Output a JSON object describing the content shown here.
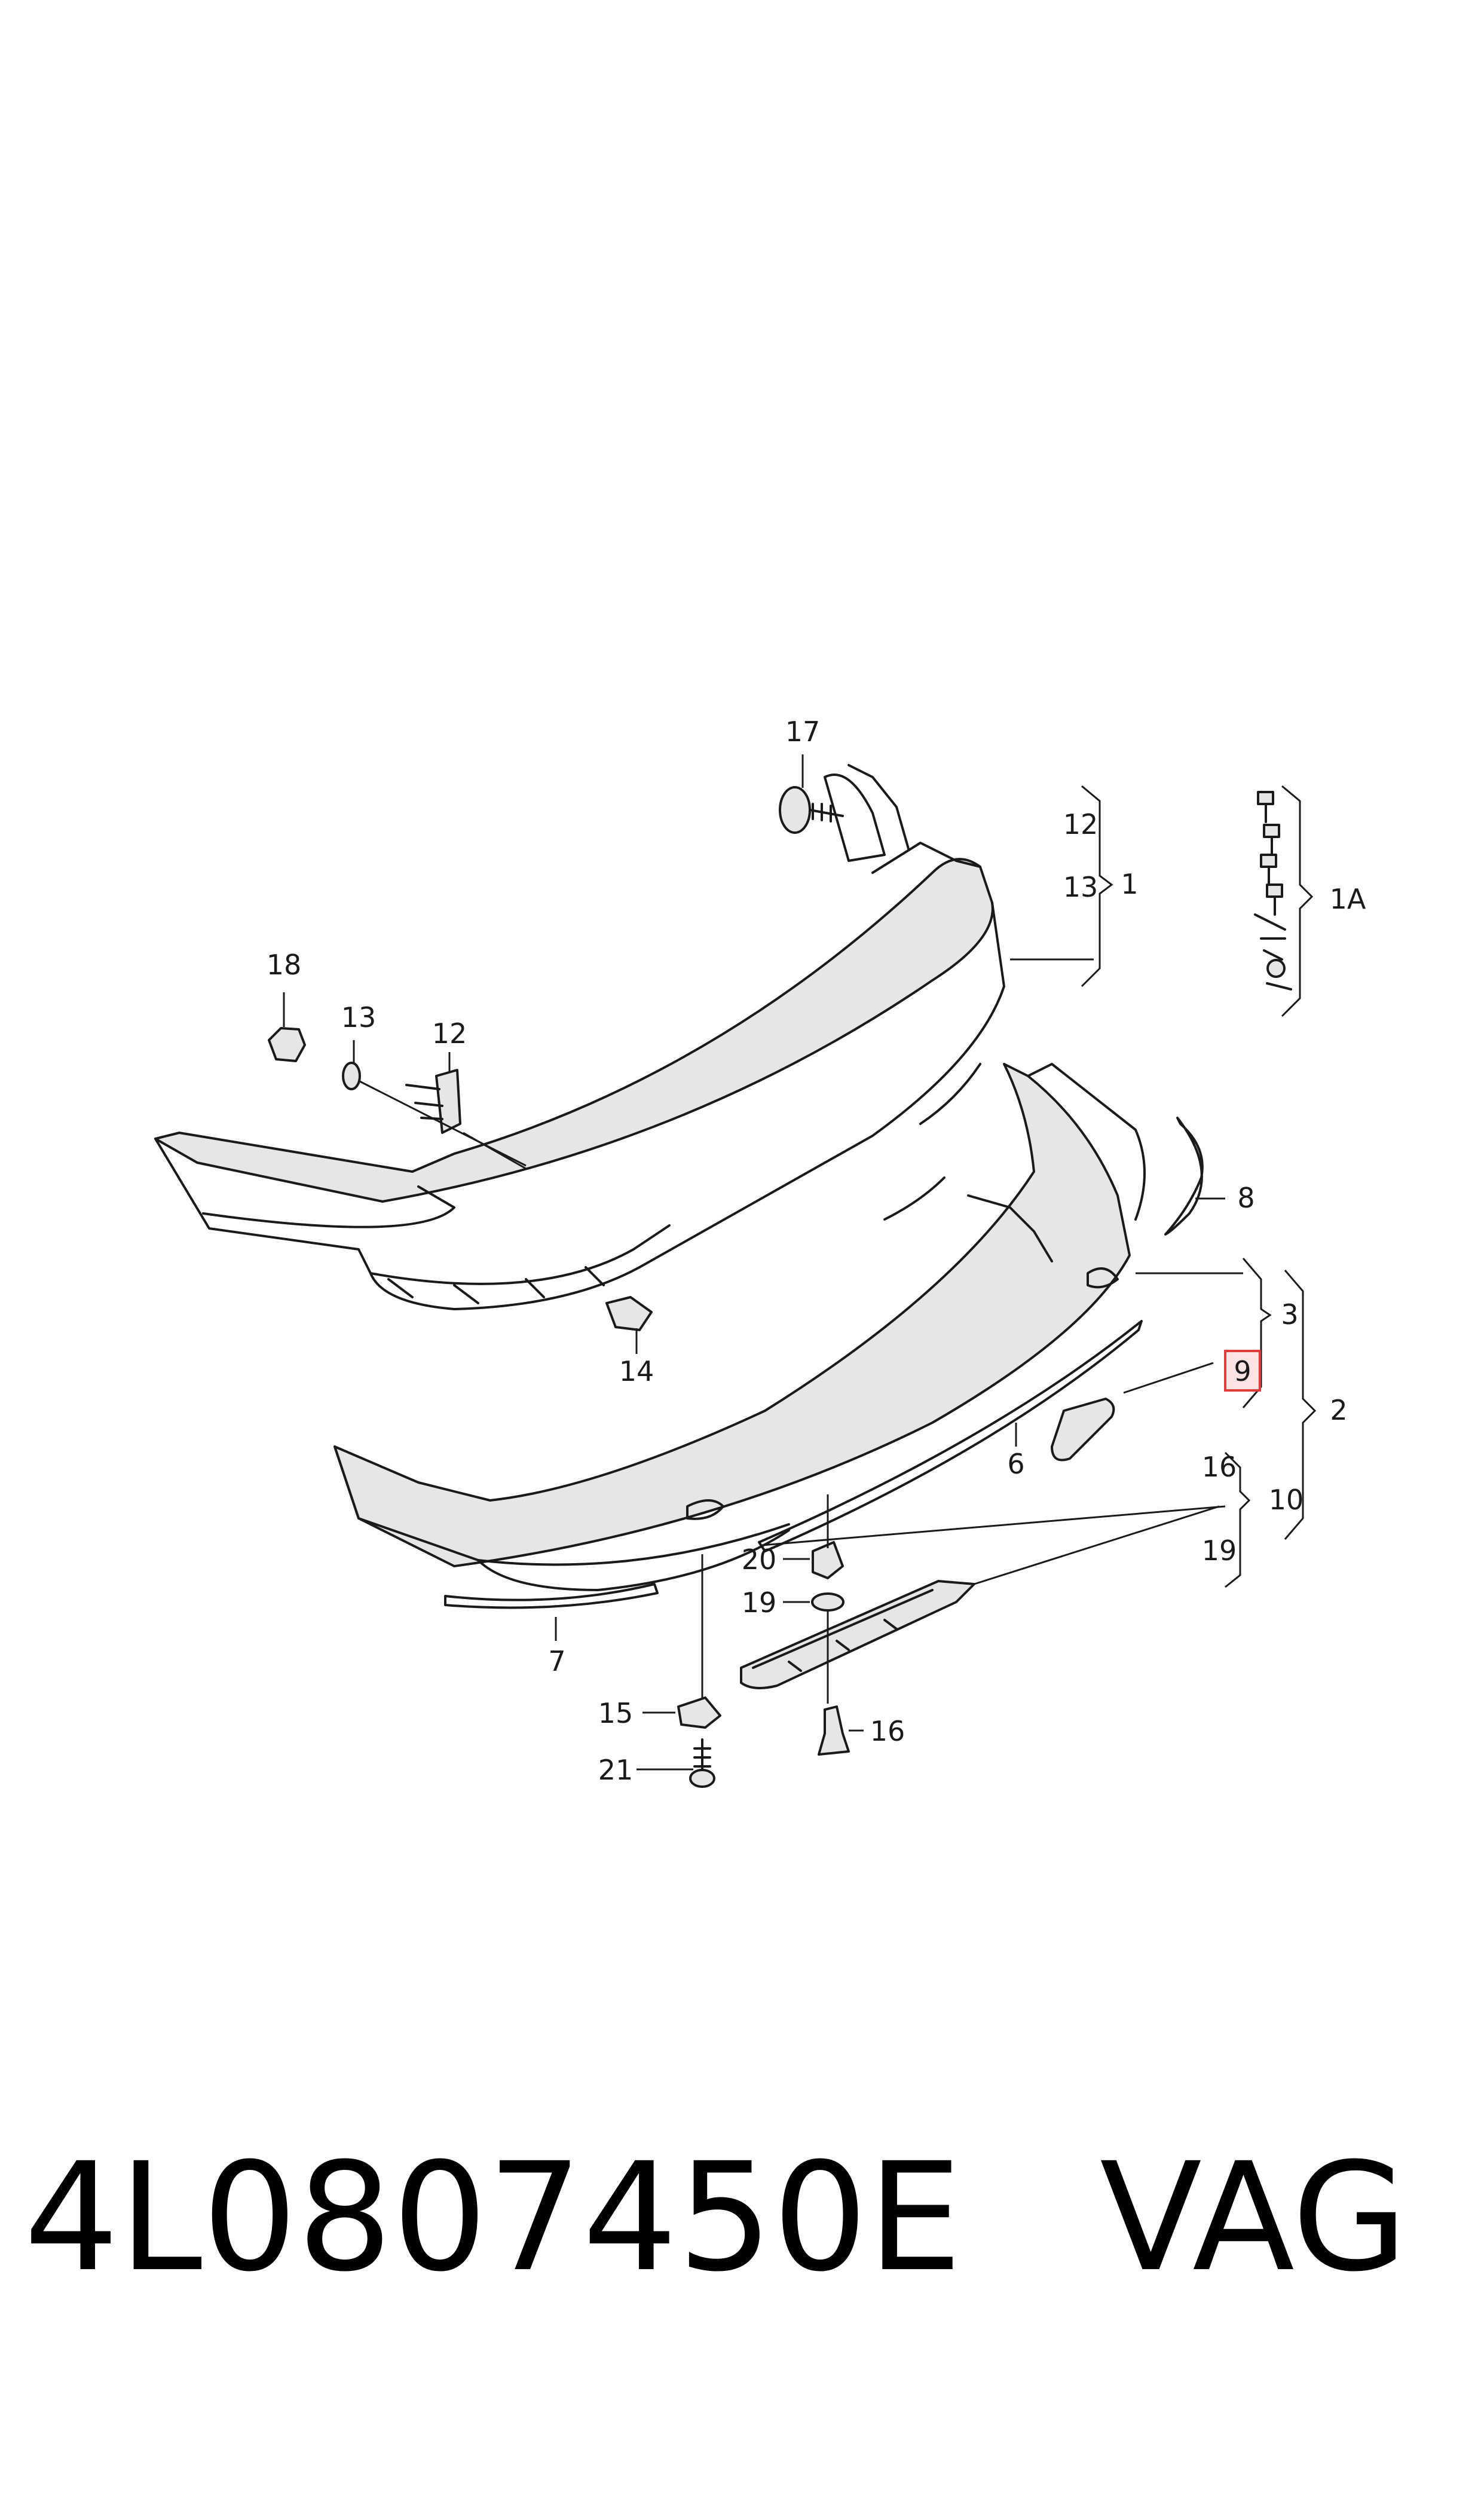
{
  "callouts": {
    "c17": "17",
    "c12_top": "12",
    "c13_top": "13",
    "c1": "1",
    "c1A": "1A",
    "c18": "18",
    "c13": "13",
    "c12": "12",
    "c14": "14",
    "c8": "8",
    "c3": "3",
    "c9": "9",
    "c2": "2",
    "c6": "6",
    "c16_right": "16",
    "c10": "10",
    "c19_right": "19",
    "c20": "20",
    "c19": "19",
    "c7": "7",
    "c15": "15",
    "c16": "16",
    "c21": "21"
  },
  "highlight": {
    "label": "9",
    "color": "#e23b3b",
    "fill": "#fbe3e3"
  },
  "footer": {
    "part_number": "4L0807450E",
    "brand": "VAG"
  }
}
